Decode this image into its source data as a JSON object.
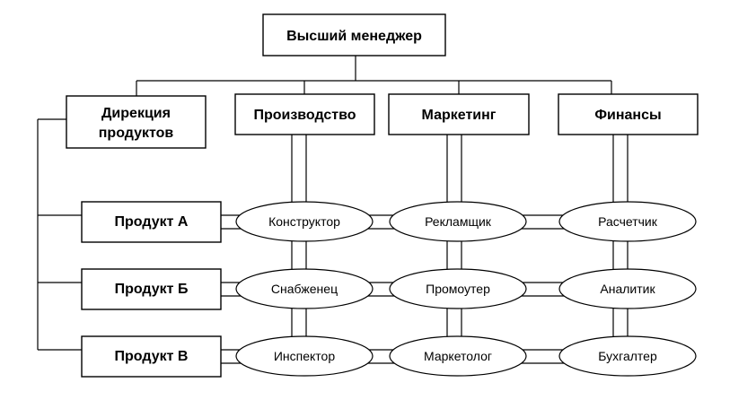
{
  "top_manager": "Высший менеджер",
  "product_directorate": [
    "Дирекция",
    "продуктов"
  ],
  "departments": [
    "Производство",
    "Маркетинг",
    "Финансы"
  ],
  "products": [
    "Продукт А",
    "Продукт Б",
    "Продукт В"
  ],
  "roles": [
    [
      "Конструктор",
      "Рекламщик",
      "Расчетчик"
    ],
    [
      "Снабженец",
      "Промоутер",
      "Аналитик"
    ],
    [
      "Инспектор",
      "Маркетолог",
      "Бухгалтер"
    ]
  ]
}
